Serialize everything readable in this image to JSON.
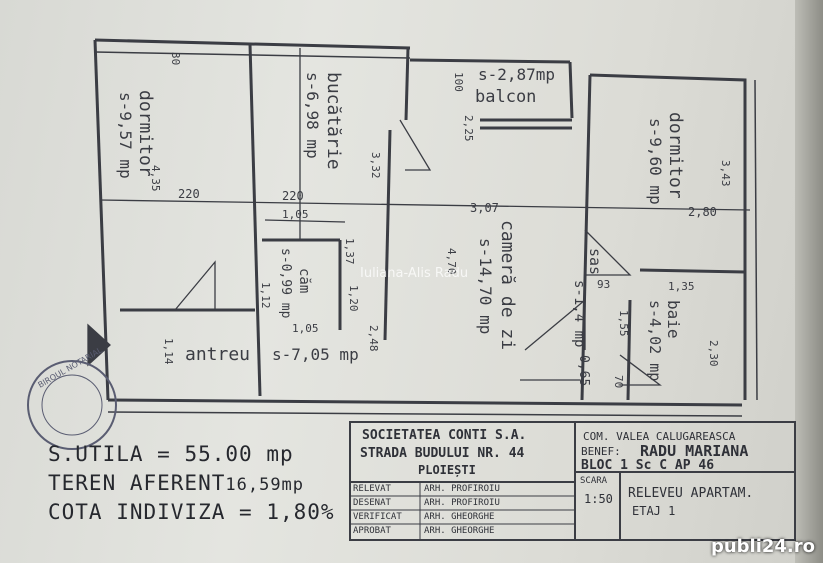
{
  "rooms": {
    "dormitor_left": {
      "name": "dormitor",
      "area": "s-9,57 mp"
    },
    "bucatarie": {
      "name": "bucătărie",
      "area": "s-6,98 mp"
    },
    "balcon": {
      "name": "balcon",
      "area": "s-2,87mp"
    },
    "dormitor_right": {
      "name": "dormitor",
      "area": "s-9,60 mp"
    },
    "camera_de_zi": {
      "name": "cameră de zi",
      "area": "s-14,70 mp"
    },
    "baie": {
      "name": "baie",
      "area": "s-4,02 mp"
    },
    "camara": {
      "name": "căm",
      "area": "s-0,99 mp"
    },
    "antreu": {
      "name": "antreu",
      "area": "s-7,05 mp"
    },
    "sas": {
      "name": "sas",
      "area": "s-1,4 mp"
    }
  },
  "dimensions": {
    "d220a": "220",
    "d220b": "220",
    "d307": "3,07",
    "d280": "2,80",
    "d435": "4,35",
    "d332": "3,32",
    "d343": "3,43",
    "d105a": "1,05",
    "d105b": "1,05",
    "d100": "100",
    "d225": "2,25",
    "d30": "30",
    "d112": "1,12",
    "d120": "1,20",
    "d137": "1,37",
    "d248": "2,48",
    "d414": "1,14",
    "d470": "4,70",
    "d135": "1,35",
    "d155": "1,55",
    "d230": "2,30",
    "d93": "93",
    "d70": "70",
    "d065": "0,65"
  },
  "summary": {
    "utila_label": "S.UTILA",
    "utila_value": "= 55.00 mp",
    "teren_label": "TEREN AFERENT",
    "teren_value": "16,59mp",
    "cota_label": "COTA INDIVIZA",
    "cota_value": "= 1,80%"
  },
  "title_block": {
    "company": "SOCIETATEA CONTI S.A.",
    "address": "STRADA BUDULUI NR. 44",
    "city": "PLOIEȘTI",
    "commune": "COM. VALEA CALUGAREASCA",
    "beneficiary_label": "BENEF:",
    "beneficiary": "RADU MARIANA",
    "bloc": "BLOC 1 Sc C AP 46",
    "rows": [
      "RELEVAT",
      "DESENAT",
      "VERIFICAT",
      "APROBAT"
    ],
    "row_values": [
      "ARH. PROFIROIU",
      "ARH. PROFIROIU",
      "ARH. GHEORGHE",
      "ARH. GHEORGHE"
    ],
    "scale_label": "SCARA",
    "scale": "1:50",
    "drawing_title": "RELEVEU APARTAM.",
    "floor": "ETAJ 1"
  },
  "stamp_text": "BIROUL NOTARIAL",
  "watermark": "Iuliana-Alis Radu",
  "site_logo": "publi24.ro",
  "colors": {
    "paper": "#dcdcd6",
    "ink": "#3b3d44"
  }
}
